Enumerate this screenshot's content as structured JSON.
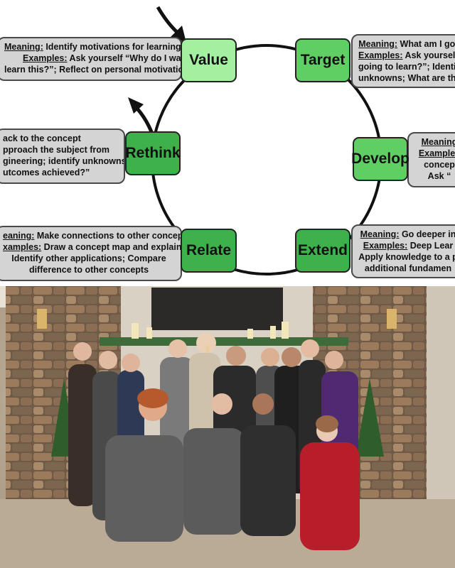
{
  "diagram": {
    "nodes": {
      "value": "Value",
      "target": "Target",
      "develop": "Develop",
      "extend": "Extend",
      "relate": "Relate",
      "rethink": "Rethink"
    },
    "descriptions": {
      "value": {
        "meaning_key": "Meaning:",
        "meaning": " Identify motivations for learning.",
        "examples_key": "Examples:",
        "examples": " Ask yourself “Why do I want",
        "line3": "learn this?”; Reflect on personal motivations"
      },
      "target": {
        "meaning_key": "Meaning:",
        "meaning": " What am I goi",
        "examples_key": "Examples:",
        "examples": " Ask yourself",
        "line3": "going to learn?”; Identif",
        "line4": "unknowns; What are tho"
      },
      "develop": {
        "meaning_key": "Meaning",
        "examples_key": "Examples",
        "line3": "concep",
        "line4": "Ask “"
      },
      "rethink": {
        "line1": "ack to the concept",
        "line2": "pproach the subject from",
        "line3": "gineering; identify unknowns;",
        "line4": "utcomes achieved?”"
      },
      "relate": {
        "meaning_key": "eaning:",
        "meaning": " Make connections to other concepts",
        "examples_key": "xamples:",
        "examples": " Draw a concept map and explain;",
        "line3": "Identify other applications; Compare",
        "line4": "difference to other concepts"
      },
      "extend": {
        "meaning_key": "Meaning:",
        "meaning": " Go deeper in",
        "examples_key": "Examples:",
        "examples": " Deep Lear",
        "line3": "Apply knowledge to a p",
        "line4": "additional fundamen"
      }
    },
    "colors": {
      "node_light": "#a3f0a1",
      "node_mid": "#5fcf63",
      "node_dark": "#3db14a",
      "description_bg": "#d4d4d4"
    }
  },
  "photo": {
    "subject": "group-photo"
  }
}
